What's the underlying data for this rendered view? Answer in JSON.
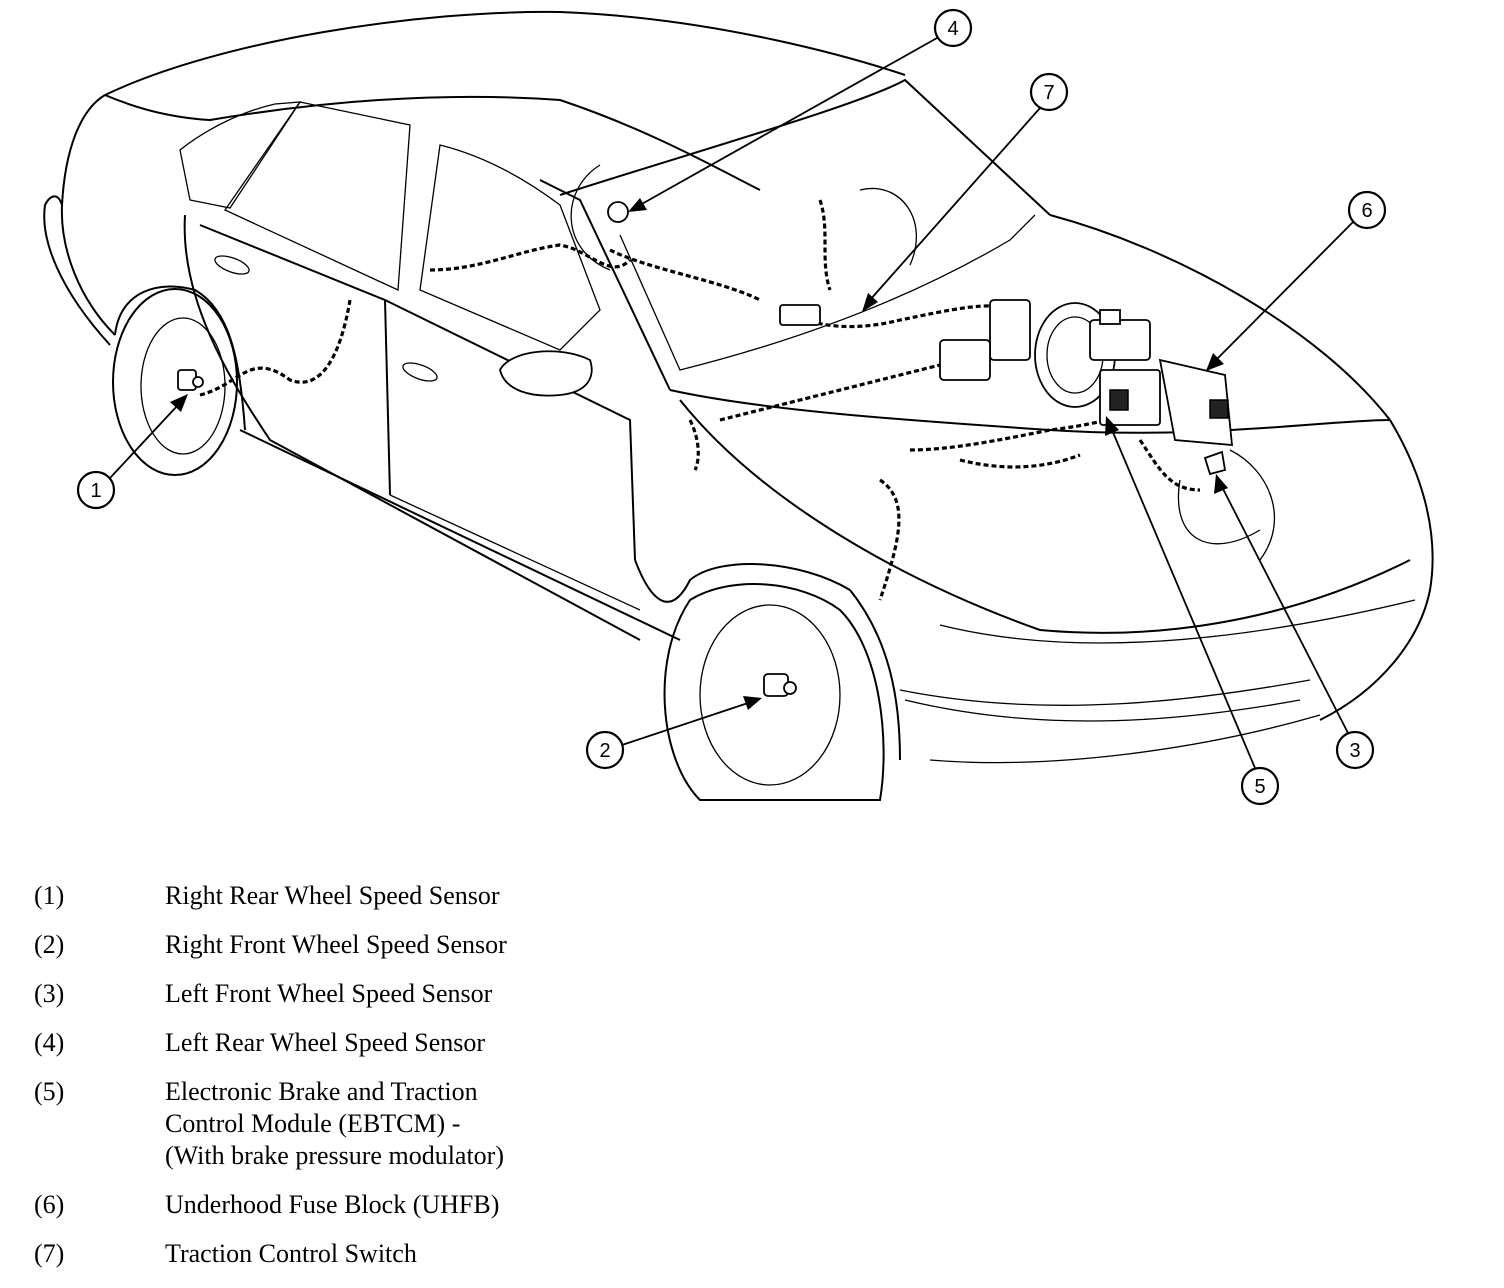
{
  "diagram": {
    "callouts": [
      {
        "num": "1",
        "part": "right-rear-wheel-speed-sensor"
      },
      {
        "num": "2",
        "part": "right-front-wheel-speed-sensor"
      },
      {
        "num": "3",
        "part": "left-front-wheel-speed-sensor"
      },
      {
        "num": "4",
        "part": "left-rear-wheel-speed-sensor"
      },
      {
        "num": "5",
        "part": "ebtcm"
      },
      {
        "num": "6",
        "part": "underhood-fuse-block"
      },
      {
        "num": "7",
        "part": "traction-control-switch"
      }
    ]
  },
  "legend": {
    "items": [
      {
        "num": "(1)",
        "label": "Right Rear Wheel Speed Sensor"
      },
      {
        "num": "(2)",
        "label": "Right Front Wheel Speed Sensor"
      },
      {
        "num": "(3)",
        "label": "Left Front Wheel Speed Sensor"
      },
      {
        "num": "(4)",
        "label": "Left Rear Wheel Speed Sensor"
      },
      {
        "num": "(5)",
        "label": "Electronic Brake and Traction\nControl Module (EBTCM) -\n(With brake pressure modulator)"
      },
      {
        "num": "(6)",
        "label": "Underhood Fuse Block (UHFB)"
      },
      {
        "num": "(7)",
        "label": "Traction Control Switch"
      }
    ]
  }
}
